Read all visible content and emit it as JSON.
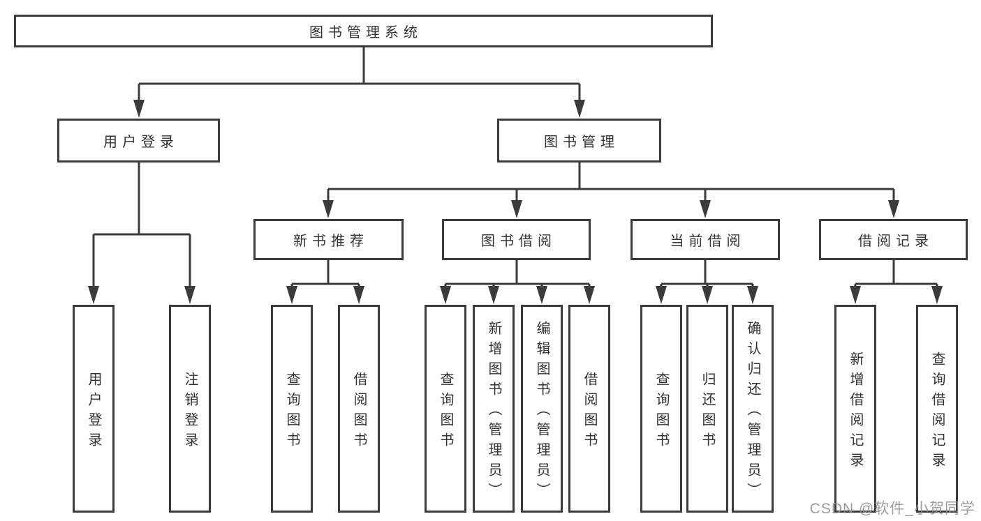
{
  "diagram": {
    "root": {
      "label": "图书管理系统",
      "children": [
        {
          "label": "用户登录",
          "children": [
            {
              "label": "用户登录"
            },
            {
              "label": "注销登录"
            }
          ]
        },
        {
          "label": "图书管理",
          "children": [
            {
              "label": "新书推荐",
              "children": [
                {
                  "label": "查询图书"
                },
                {
                  "label": "借阅图书"
                }
              ]
            },
            {
              "label": "图书借阅",
              "children": [
                {
                  "label": "查询图书"
                },
                {
                  "label": "新增图书（管理员）"
                },
                {
                  "label": "编辑图书（管理员）"
                },
                {
                  "label": "借阅图书"
                }
              ]
            },
            {
              "label": "当前借阅",
              "children": [
                {
                  "label": "查询图书"
                },
                {
                  "label": "归还图书"
                },
                {
                  "label": "确认归还（管理员）"
                }
              ]
            },
            {
              "label": "借阅记录",
              "children": [
                {
                  "label": "新增借阅记录"
                },
                {
                  "label": "查询借阅记录"
                }
              ]
            }
          ]
        }
      ]
    },
    "colors": {
      "line": "#3b3b3b",
      "text": "#333333",
      "watermark": "#919191"
    },
    "watermark": "CSDN @软件_小贺同学"
  }
}
